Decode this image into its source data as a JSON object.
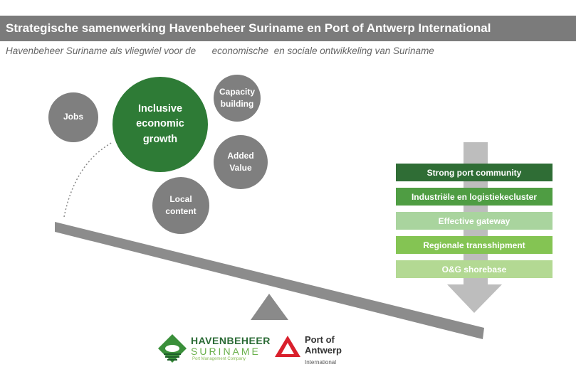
{
  "header": {
    "title": "Strategische samenwerking Havenbeheer Suriname en Port of Antwerp International",
    "subtitle": "Havenbeheer Suriname als vliegwiel voor de      economische  en sociale ontwikkeling van Suriname"
  },
  "circles": {
    "jobs": "Jobs",
    "inclusive": "Inclusive economic growth",
    "capacity": "Capacity building",
    "added": "Added Value",
    "local": "Local content"
  },
  "boxes": [
    {
      "label": "Strong port community",
      "color": "#2f6d35"
    },
    {
      "label": "Industriële en logistiekecluster",
      "color": "#4f9d43"
    },
    {
      "label": "Effective gateway",
      "color": "#a9d49e"
    },
    {
      "label": "Regionale transshipment",
      "color": "#84c453"
    },
    {
      "label": "O&G shorebase",
      "color": "#b3d993"
    }
  ],
  "logos": {
    "havenbeheer_line1": "HAVENBEHEER",
    "havenbeheer_line2": "SURINAME",
    "havenbeheer_tagline": "Port Management Company",
    "antwerp_line1": "Port of",
    "antwerp_line2": "Antwerp",
    "antwerp_line3": "International"
  }
}
